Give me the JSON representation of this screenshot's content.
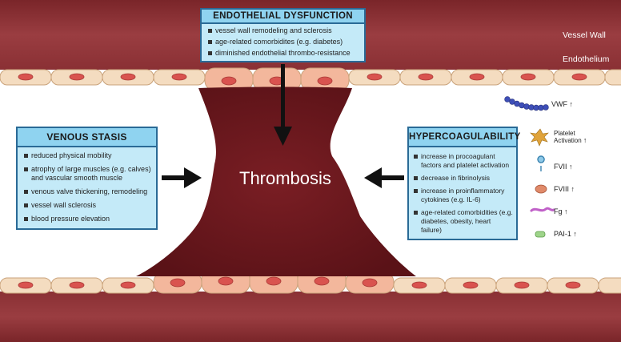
{
  "diagram": {
    "layers": {
      "vessel_wall": "Vessel Wall",
      "endothelium": "Endothelium"
    },
    "center_label": "Thrombosis",
    "endothelial_dysfunction": {
      "title": "ENDOTHELIAL DYSFUNCTION",
      "items": [
        "vessel wall remodeling and sclerosis",
        "age-related comorbidites (e.g. diabetes)",
        "diminished endothelial thrombo-resistance"
      ]
    },
    "venous_stasis": {
      "title": "VENOUS STASIS",
      "items": [
        "reduced physical mobility",
        "atrophy of large muscles (e.g. calves) and vascular smooth muscle",
        "venous valve thickening, remodeling",
        "vessel wall sclerosis",
        "blood pressure elevation"
      ]
    },
    "hypercoagulability": {
      "title": "HYPERCOAGULABILITY",
      "items": [
        "increase in procoagulant factors and platelet activation",
        "decrease in fibrinolysis",
        "increase in proinflammatory cytokines (e.g. IL-6)",
        "age-related comorbidities (e.g. diabetes, obesity, heart failure)"
      ]
    },
    "factors": [
      {
        "name": "VWF",
        "arrow": "↑",
        "icon": "vwf-chain-icon"
      },
      {
        "name": "Platelet Activation",
        "arrow": "↑",
        "icon": "platelet-icon"
      },
      {
        "name": "FVII",
        "arrow": "↑",
        "icon": "fvii-icon"
      },
      {
        "name": "FVIII",
        "arrow": "↑",
        "icon": "fviii-icon"
      },
      {
        "name": "Fg",
        "arrow": "↑",
        "icon": "fibrinogen-icon"
      },
      {
        "name": "PAI-1",
        "arrow": "↑",
        "icon": "pai1-icon"
      }
    ],
    "colors": {
      "vessel_wall": "#8a2f33",
      "thrombus": "#6b1a1f",
      "box_fill": "#c4eaf8",
      "box_header": "#8fd3f0",
      "box_border": "#2a6a96",
      "endothelial_cell": "#f4dcc0",
      "cell_nucleus": "#d9534f"
    }
  }
}
